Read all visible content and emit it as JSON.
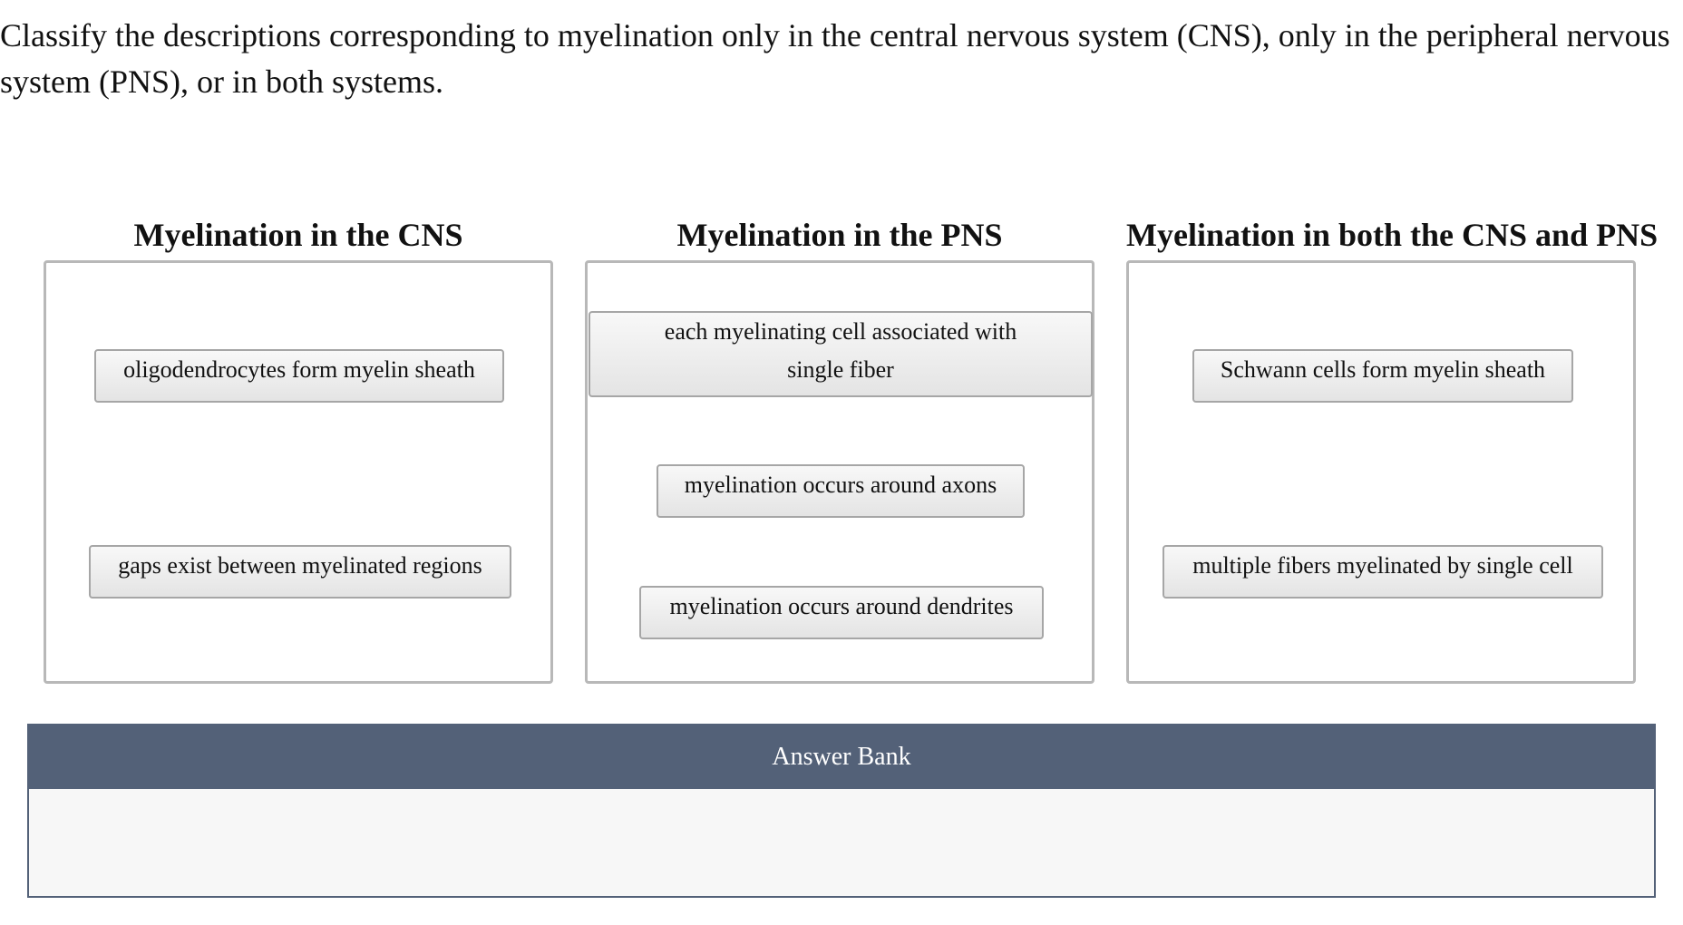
{
  "prompt": "Classify the descriptions corresponding to myelination only in the central nervous system (CNS), only in the peripheral nervous system (PNS), or in both systems.",
  "bins": [
    {
      "title": "Myelination in the CNS",
      "cards": [
        "oligodendrocytes form myelin sheath",
        "gaps exist between myelinated regions"
      ]
    },
    {
      "title": "Myelination in the PNS",
      "cards": [
        "each myelinating cell associated with single fiber",
        "myelination occurs around axons",
        "myelination occurs around dendrites"
      ]
    },
    {
      "title": "Myelination in both the CNS and PNS",
      "cards": [
        "Schwann cells form myelin sheath",
        "multiple fibers myelinated by single cell"
      ]
    }
  ],
  "answer_bank": {
    "title": "Answer Bank",
    "items": []
  },
  "colors": {
    "bank_header": "#536178",
    "bin_border": "#b8b8b8",
    "card_border": "#a6a6a6"
  }
}
